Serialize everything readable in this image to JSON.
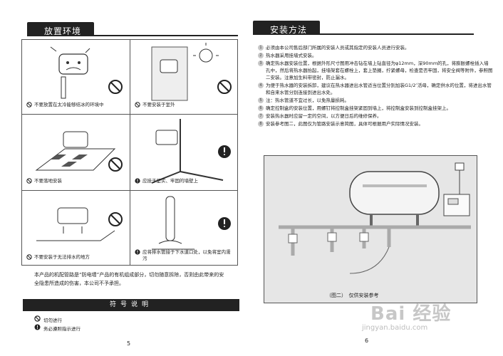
{
  "left_page": {
    "title": "放置环境",
    "cells": [
      {
        "caption": "不要放置在太冷能够结冰的环境中",
        "icon": "prohibited-icon"
      },
      {
        "caption": "不要安装于室外",
        "icon": "prohibited-icon"
      },
      {
        "caption": "不要落地安装",
        "icon": "prohibited-icon"
      },
      {
        "caption": "应挂于坚实、牢固的墙壁上",
        "icon": "mandatory-icon"
      },
      {
        "caption": "不要安装于无法排水的地方",
        "icon": "prohibited-icon"
      },
      {
        "caption": "应将排水管接于下水道口处，以免将室内濡污",
        "icon": "mandatory-icon"
      }
    ],
    "note": "本产品的机配管路是“防电墙”产品的有机组成部分，切勿随意拆除，否则由此带来的安全隐患所造成的伤害，本公司不予承担。",
    "symbols_title": "符号说明",
    "symbols": [
      {
        "label": "切勿进行",
        "icon": "prohibited-icon"
      },
      {
        "label": "务必遵照指示进行",
        "icon": "mandatory-icon"
      }
    ],
    "page_number": "5"
  },
  "right_page": {
    "title": "安装方法",
    "items": [
      {
        "n": "1",
        "text": "必须由本公司售后部门所属的安装人员或其指定的安装人员进行安装。"
      },
      {
        "n": "2",
        "text": "热水器采用挂墙式安装。"
      },
      {
        "n": "3",
        "text": "确定热水器安装位置，根据外形尺寸图用冲击钻在墙上钻直径为φ12mm，深90mm的孔，将膨胀螺栓插入墙孔中，然后将热水器抬起，挂墙架套在螺栓上，套上垫圈，拧紧螺母，检查是否牢固，将安全阀等附件，参照图二安装。注意加生料带密封，防止漏水。"
      },
      {
        "n": "4",
        "text": "为便于热水器的安装拆卸，建议在热水器进出水管适当位置分别加装G1/2″活母，确定供水的位置，将进出水管和自来水管分别连接到进出水处。"
      },
      {
        "n": "5",
        "text": "注：热水管道不宜过长，以免热量损耗。"
      },
      {
        "n": "6",
        "text": "确定控制盒的安装位置，用螺钉将控制盒挂架紧固到墙上，将控制盒安装到控制盒挂架上。"
      },
      {
        "n": "7",
        "text": "安装热水器时应留一定的空间，以方便日后的维修保养。"
      },
      {
        "n": "8",
        "text": "安装参考图二，此图仅为管路安装示意简图，具体可根据用户实际情况安装。"
      }
    ],
    "figure_caption": "（图二）　仅供安装参考",
    "page_number": "6"
  },
  "watermark": {
    "brand": "Bai 经验",
    "url": "jingyan.baidu.com"
  }
}
